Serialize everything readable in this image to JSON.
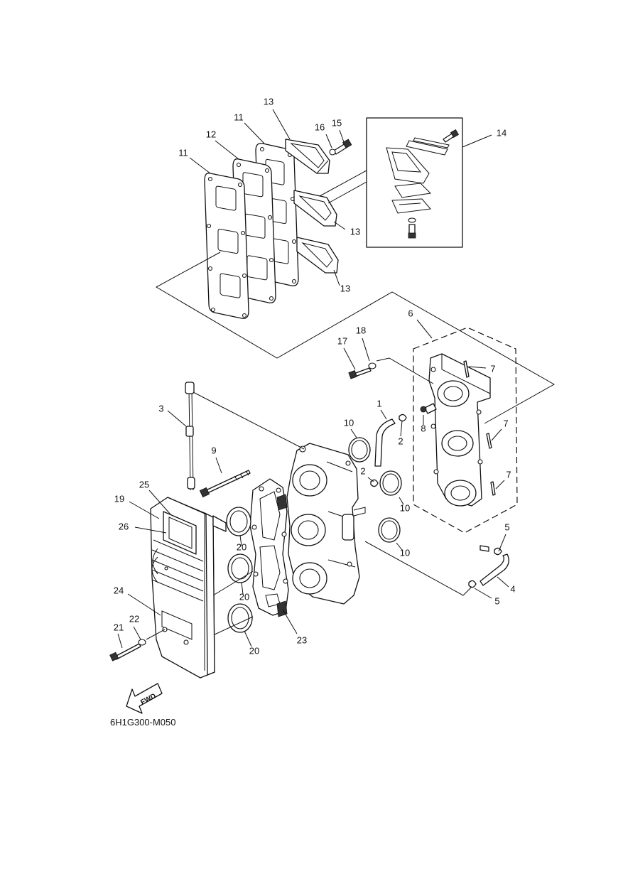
{
  "diagram": {
    "drawing_code": "6H1G300-M050",
    "fwd_label": "FWD",
    "callouts": [
      {
        "id": "c13a",
        "text": "13"
      },
      {
        "id": "c11a",
        "text": "11"
      },
      {
        "id": "c16",
        "text": "16"
      },
      {
        "id": "c15",
        "text": "15"
      },
      {
        "id": "c12",
        "text": "12"
      },
      {
        "id": "c14",
        "text": "14"
      },
      {
        "id": "c11b",
        "text": "11"
      },
      {
        "id": "c13b",
        "text": "13"
      },
      {
        "id": "c13c",
        "text": "13"
      },
      {
        "id": "c6",
        "text": "6"
      },
      {
        "id": "c18",
        "text": "18"
      },
      {
        "id": "c17",
        "text": "17"
      },
      {
        "id": "c7a",
        "text": "7"
      },
      {
        "id": "c3",
        "text": "3"
      },
      {
        "id": "c1",
        "text": "1"
      },
      {
        "id": "c8",
        "text": "8"
      },
      {
        "id": "c7b",
        "text": "7"
      },
      {
        "id": "c10a",
        "text": "10"
      },
      {
        "id": "c2a",
        "text": "2"
      },
      {
        "id": "c9",
        "text": "9"
      },
      {
        "id": "c2b",
        "text": "2"
      },
      {
        "id": "c7c",
        "text": "7"
      },
      {
        "id": "c25",
        "text": "25"
      },
      {
        "id": "c19",
        "text": "19"
      },
      {
        "id": "c10b",
        "text": "10"
      },
      {
        "id": "c26",
        "text": "26"
      },
      {
        "id": "c5a",
        "text": "5"
      },
      {
        "id": "c20a",
        "text": "20"
      },
      {
        "id": "c10c",
        "text": "10"
      },
      {
        "id": "c20b",
        "text": "20"
      },
      {
        "id": "c4",
        "text": "4"
      },
      {
        "id": "c24",
        "text": "24"
      },
      {
        "id": "c5b",
        "text": "5"
      },
      {
        "id": "c22",
        "text": "22"
      },
      {
        "id": "c21",
        "text": "21"
      },
      {
        "id": "c23",
        "text": "23"
      },
      {
        "id": "c20c",
        "text": "20"
      }
    ]
  }
}
